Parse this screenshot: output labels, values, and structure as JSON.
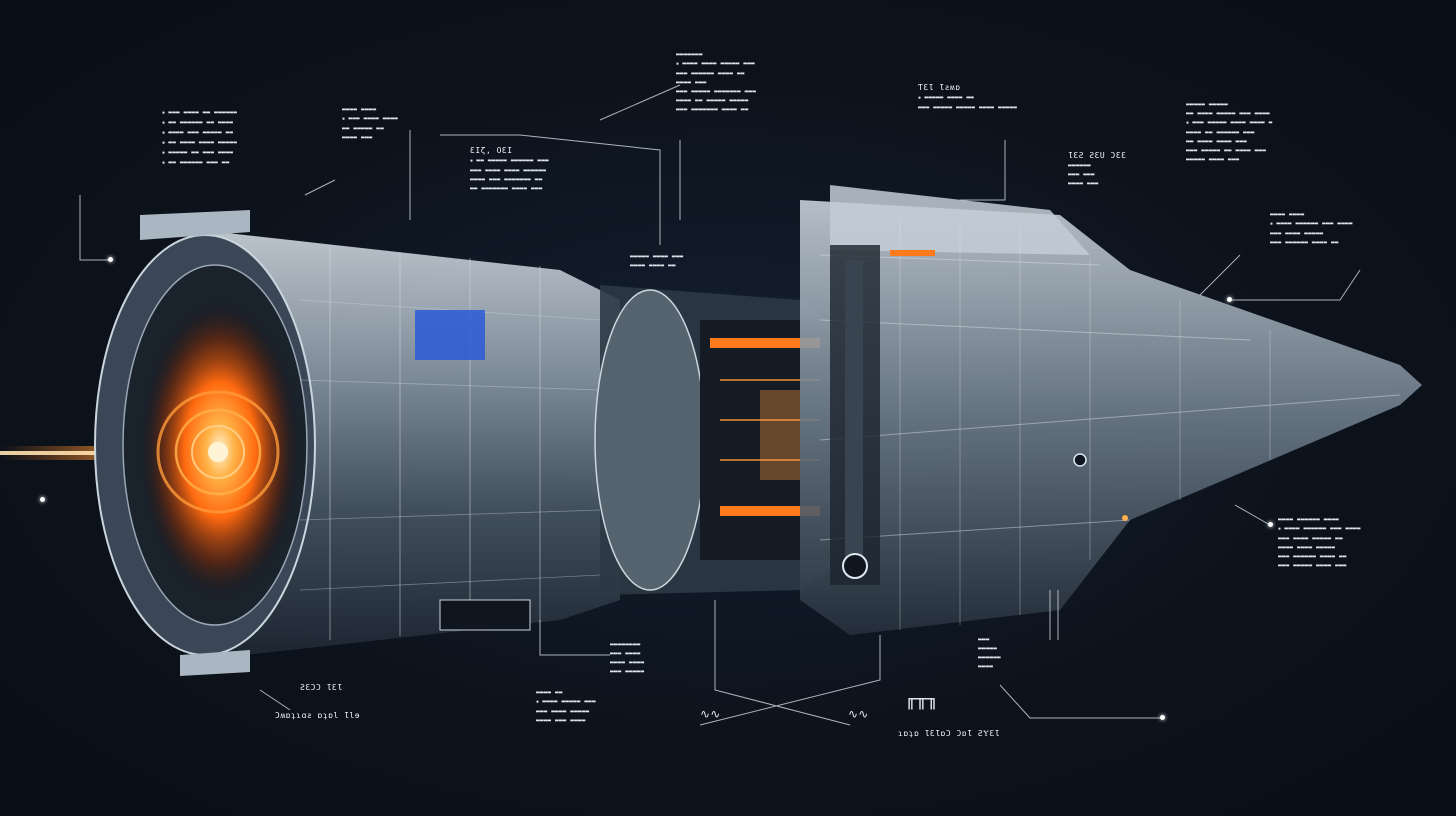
{
  "colors": {
    "background": "#0c121b",
    "hull": "#8e9caa",
    "hull_light": "#c9d3dc",
    "hull_dark": "#2a3542",
    "thruster_glow": "#ff7a1a",
    "accent_blue": "#2a5bd7",
    "leader_line": "#c8d0d8"
  },
  "labels": {
    "core": "ƐIζ, OƐI",
    "systems": "ƖƐƧ ƧƐU ƆƐƐ",
    "top_center": "ƬƐƖ Ɩƨʍɒ",
    "thruster": "ƧƐƆƆ ƖƐƖ",
    "bottom_left": "Ɔʍɒʇɿɑƨ ɒʇɒl Ɩlɘ",
    "bottom_right": "ɿɒʇɒ ƖƐƖɒƆ ƆɒƖ ƧɎƐƖ"
  }
}
